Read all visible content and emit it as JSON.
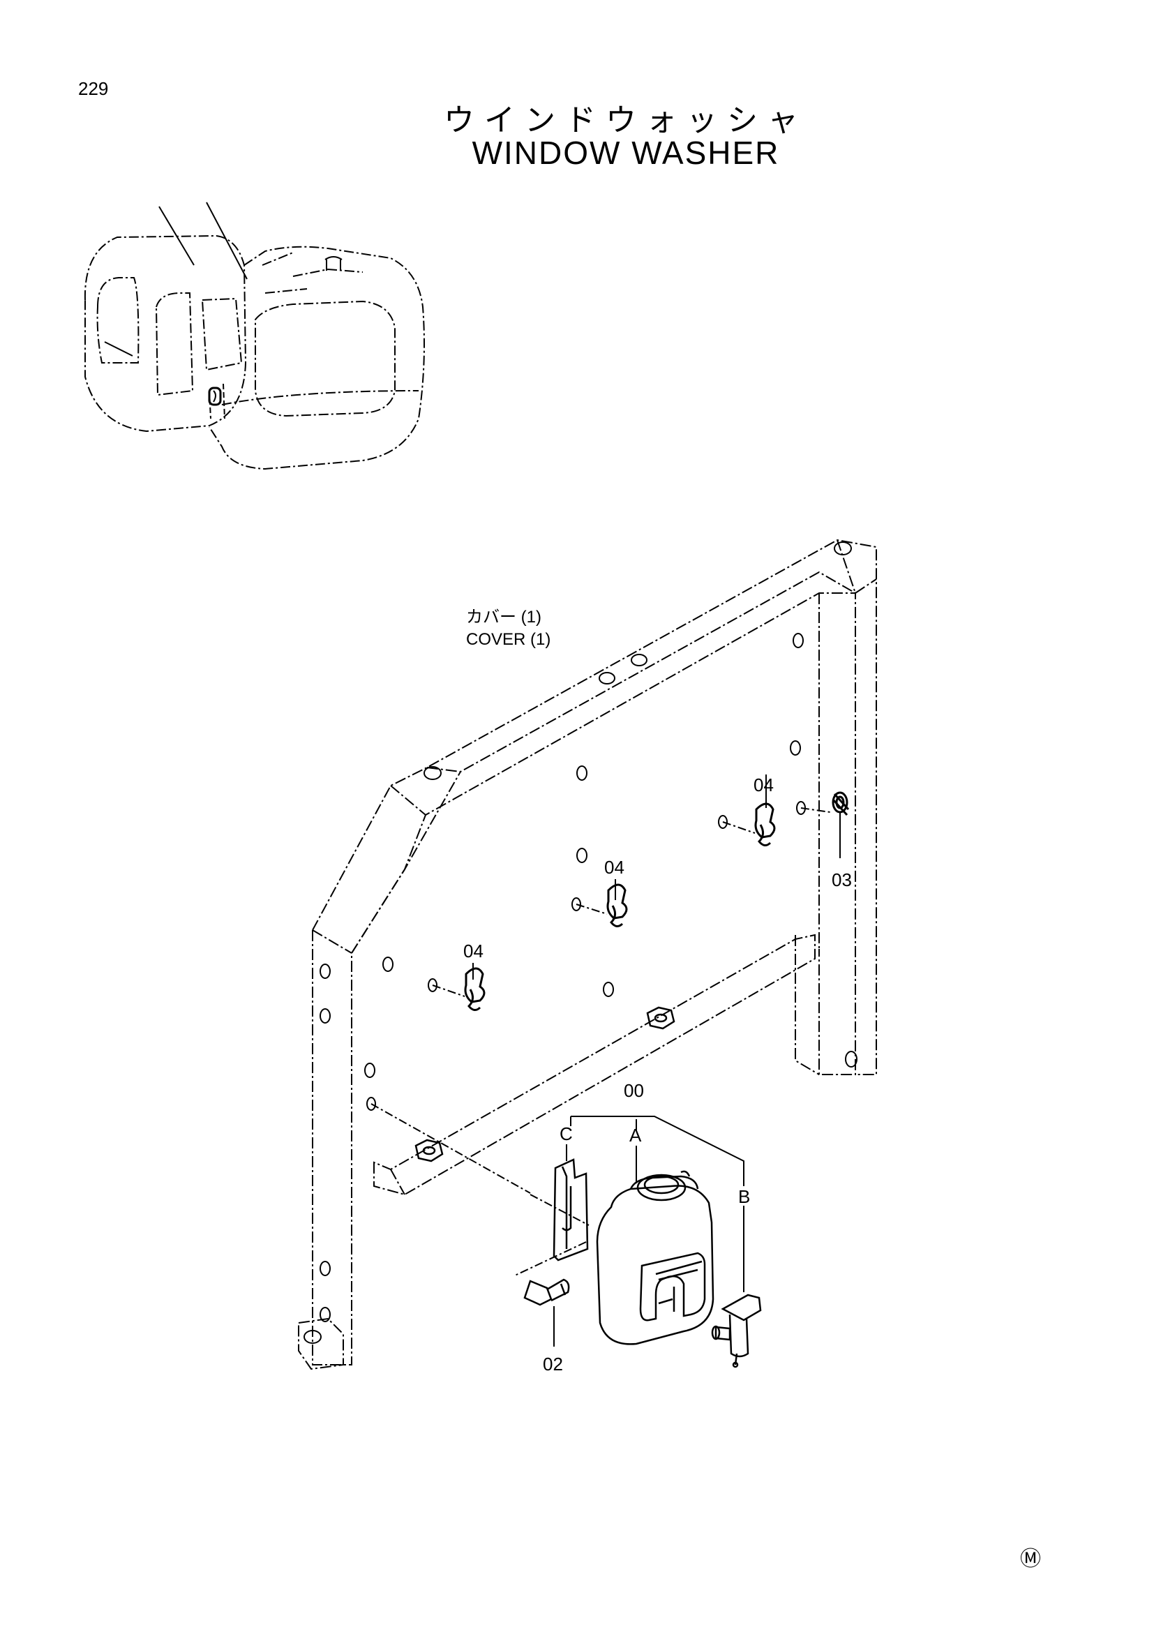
{
  "page": {
    "number": "229",
    "title_jp": "ウインドウォッシャ",
    "title_en": "WINDOW WASHER"
  },
  "cover_label": {
    "jp": "カバー (1)",
    "en": "COVER (1)"
  },
  "callouts": {
    "assembly": "00",
    "part_a": "A",
    "part_b": "B",
    "part_c": "C",
    "bolt": "02",
    "grommet": "03",
    "clamp_top": "04",
    "clamp_middle": "04",
    "clamp_left": "04"
  },
  "mark": "Ⓜ"
}
